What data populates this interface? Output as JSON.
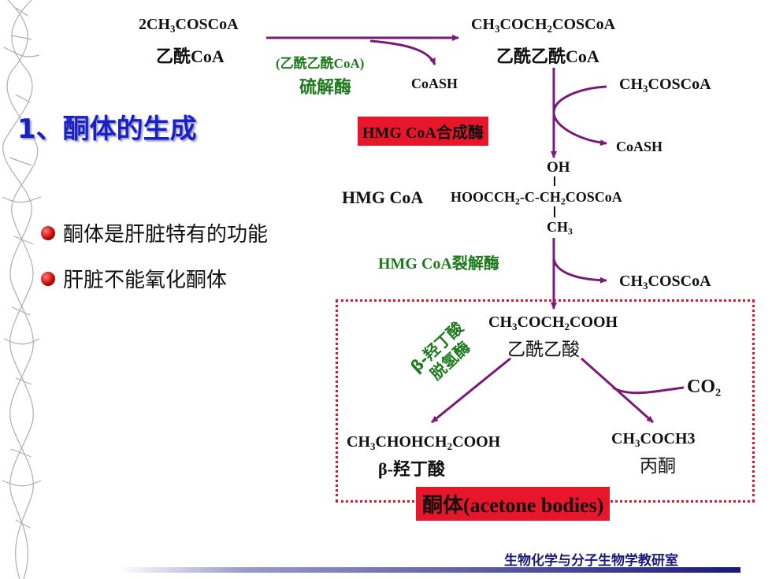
{
  "title": "1、酮体的生成",
  "bullets": [
    "酮体是肝脏特有的功能",
    "肝脏不能氧化酮体"
  ],
  "colors": {
    "title": "#1a20c8",
    "arrow": "#7a1a78",
    "enzyme_box": "#e8162b",
    "dotted_border": "#e0142a",
    "green_text": "#1d7a1d",
    "footer_bar": "#1a1a7a"
  },
  "diagram": {
    "acetyl_coa": {
      "formula_pre": "2CH",
      "formula_sub": "3",
      "formula_post": "COSCoA",
      "name": "乙酰CoA"
    },
    "thiolase": {
      "label1": "(乙酰乙酰CoA)",
      "label2": "硫解酶",
      "product": "CoASH"
    },
    "acetoacetyl_coa": {
      "f1": "CH",
      "s1": "3",
      "f2": "COCH",
      "s2": "2",
      "f3": "COSCoA",
      "name": "乙酰乙酰CoA"
    },
    "hmg_synthase": {
      "label": "HMG CoA合成酶",
      "in": {
        "pre": "CH",
        "sub": "3",
        "post": "COSCoA"
      },
      "out": "CoASH"
    },
    "hmg_coa": {
      "name": "HMG CoA",
      "oh": "OH",
      "main_pre": "HOOCCH",
      "main_sub": "2",
      "main_mid": "-C-CH",
      "main_sub2": "2",
      "main_post": "COSCoA",
      "ch3_pre": "CH",
      "ch3_sub": "3"
    },
    "hmg_lyase": {
      "label": "HMG CoA裂解酶",
      "out": {
        "pre": "CH",
        "sub": "3",
        "post": "COSCoA"
      }
    },
    "acetoacetate": {
      "f1": "CH",
      "s1": "3",
      "f2": "COCH",
      "s2": "2",
      "f3": "COOH",
      "name": "乙酰乙酸"
    },
    "bhb_dh": {
      "line1": "β-羟丁酸",
      "line2": "脱氢酶"
    },
    "co2": "CO₂",
    "bhb": {
      "f1": "CH",
      "s1": "3",
      "f2": "CHOHCH",
      "s2": "2",
      "f3": "COOH",
      "name": "β-羟丁酸"
    },
    "acetone": {
      "f1": "CH",
      "s1": "3",
      "f2": "COCH3",
      "name": "丙酮"
    },
    "ketone_bodies": "酮体(acetone  bodies)"
  },
  "footer": "生物化学与分子生物学教研室"
}
